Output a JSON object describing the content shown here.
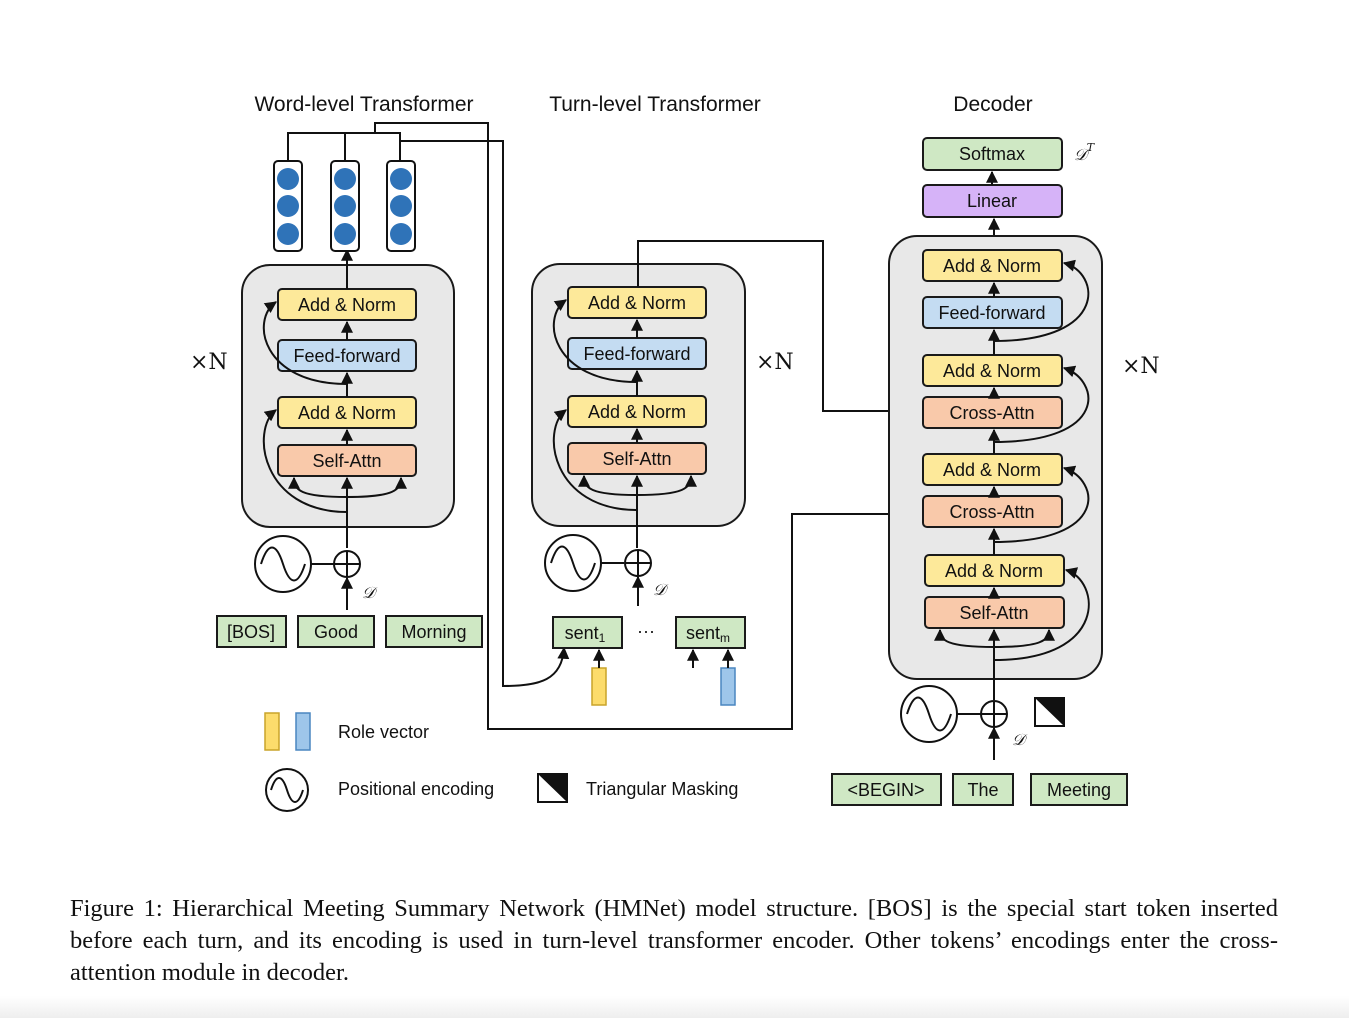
{
  "titles": {
    "word": "Word-level Transformer",
    "turn": "Turn-level Transformer",
    "decoder": "Decoder"
  },
  "blocks": {
    "add_norm": "Add & Norm",
    "feed_forward": "Feed-forward",
    "self_attn": "Self-Attn",
    "cross_attn": "Cross-Attn",
    "linear": "Linear",
    "softmax": "Softmax"
  },
  "repeat_label": "×N",
  "embedding_label": "𝒟",
  "softmax_label": "𝒟",
  "softmax_sup": "T",
  "word_tokens": [
    "[BOS]",
    "Good",
    "Morning"
  ],
  "turn_tokens": {
    "first_base": "sent",
    "first_sub": "1",
    "ellipsis": "···",
    "last_base": "sent",
    "last_sub": "m"
  },
  "decoder_tokens": [
    "<BEGIN>",
    "The",
    "Meeting"
  ],
  "legend": {
    "role_vector": "Role vector",
    "positional_encoding": "Positional encoding",
    "triangular_masking": "Triangular Masking"
  },
  "colors": {
    "add_norm": "#fde99a",
    "feed_forward": "#c4dcf2",
    "attention": "#f9c9aa",
    "linear": "#d6b3f8",
    "green": "#cfe8c4",
    "panel": "#e8e8e8",
    "dot": "#2f73b8",
    "role_yellow": "#fcdc6c",
    "role_blue": "#9ec6ea"
  },
  "caption": "Figure 1: Hierarchical Meeting Summary Network (HMNet) model structure. [BOS] is the special start token inserted before each turn, and its encoding is used in turn-level transformer encoder. Other tokens’ encodings enter the cross-attention module in decoder."
}
